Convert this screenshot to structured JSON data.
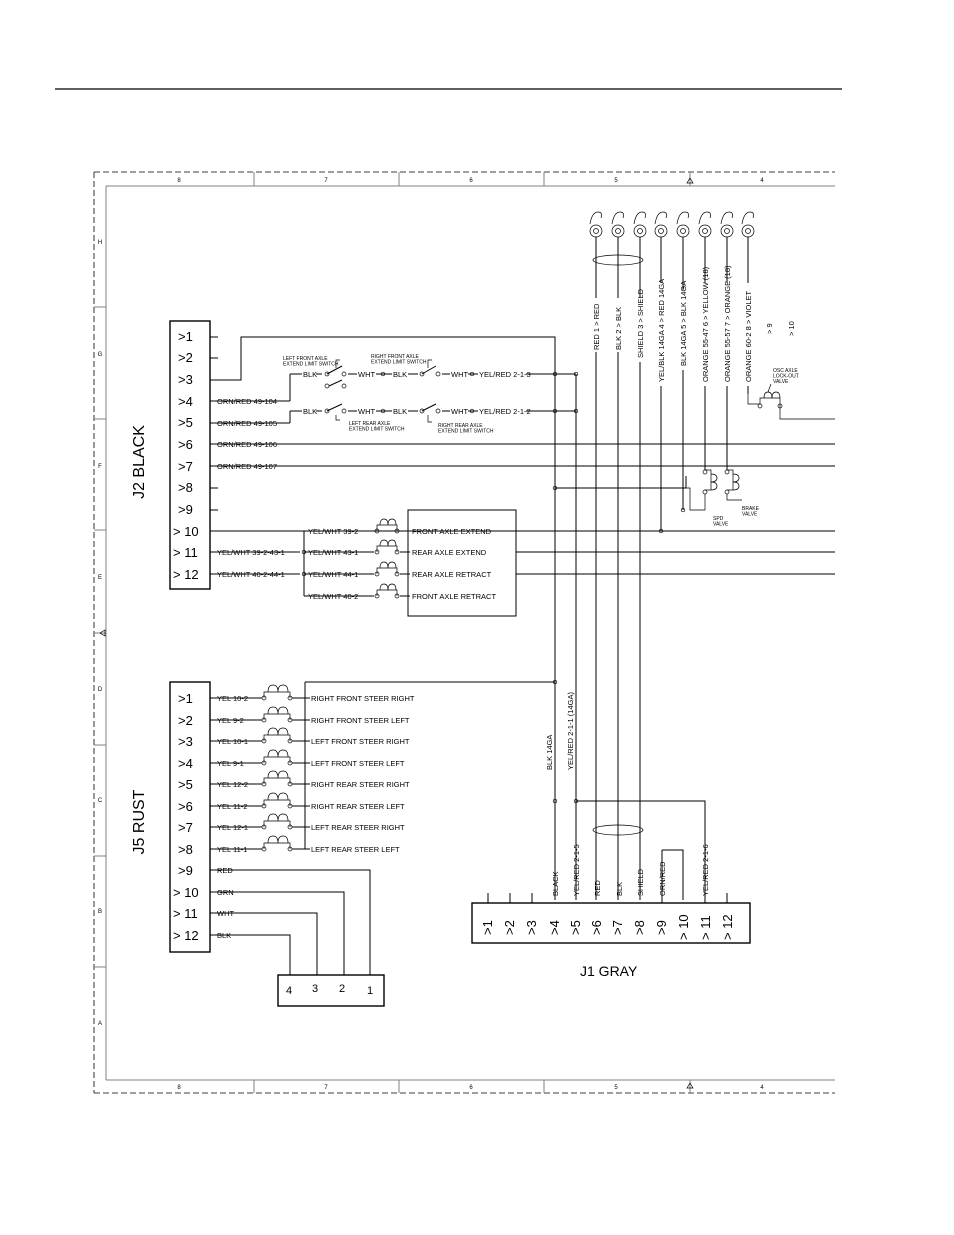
{
  "zones": {
    "columns": [
      "8",
      "7",
      "6",
      "5",
      "4"
    ],
    "rows": [
      "H",
      "G",
      "F",
      "E",
      "D",
      "C",
      "B",
      "A"
    ]
  },
  "j2": {
    "label": "J2 BLACK",
    "pins": [
      ">1",
      ">2",
      ">3",
      ">4",
      ">5",
      ">6",
      ">7",
      ">8",
      ">9",
      "> 10",
      "> 11",
      "> 12"
    ],
    "wires": {
      "p4": "ORN/RED 49-104",
      "p5": "ORN/RED 49-105",
      "p6": "ORN/RED 49-106",
      "p7": "ORN/RED 49-107",
      "p11": "YEL/WHT 39-2-43-1",
      "p12": "YEL/WHT 40-2-44-1"
    }
  },
  "switches": {
    "left_front": "LEFT FRONT AXLE\nEXTEND LIMIT SWITCH",
    "right_front": "RIGHT FRONT AXLE\nEXTEND LIMIT SWITCH",
    "left_rear": "LEFT REAR AXLE\nEXTEND LIMIT SWITCH",
    "right_rear": "RIGHT REAR AXLE\nEXTEND LIMIT SWITCH",
    "blk": "BLK",
    "wht": "WHT",
    "row1_end": "YEL/RED 2-1-3",
    "row2_end": "YEL/RED 2-1-2"
  },
  "axle_valves": {
    "wires": [
      "YEL/WHT 39-2",
      "YEL/WHT 43-1",
      "YEL/WHT 44-1",
      "YEL/WHT 40-2"
    ],
    "labels": [
      "FRONT AXLE EXTEND",
      "REAR AXLE EXTEND",
      "REAR AXLE RETRACT",
      "FRONT AXLE RETRACT"
    ]
  },
  "j5": {
    "label": "J5 RUST",
    "pins": [
      ">1",
      ">2",
      ">3",
      ">4",
      ">5",
      ">6",
      ">7",
      ">8",
      ">9",
      "> 10",
      "> 11",
      "> 12"
    ],
    "wires": [
      "YEL 10-2",
      "YEL 9-2",
      "YEL 10-1",
      "YEL 9-1",
      "YEL 12-2",
      "YEL 11-2",
      "YEL 12-1",
      "YEL 11-1",
      "RED",
      "GRN",
      "WHT",
      "BLK"
    ],
    "valve_labels": [
      "RIGHT FRONT STEER RIGHT",
      "RIGHT FRONT STEER LEFT",
      "LEFT FRONT STEER RIGHT",
      "LEFT FRONT STEER LEFT",
      "RIGHT REAR STEER RIGHT",
      "RIGHT REAR STEER LEFT",
      "LEFT REAR STEER RIGHT",
      "LEFT REAR STEER LEFT"
    ]
  },
  "connector4": {
    "pins": [
      "4",
      "3",
      "2",
      "1"
    ]
  },
  "top_wires": [
    "RED 1 > RED",
    "BLK 2 > BLK",
    "SHIELD 3 > SHIELD",
    "YEL/BLK 14GA 4 > RED 14GA",
    "BLK 14GA 5 > BLK 14GA",
    "ORANGE 55-47 6 > YELLOW (18)",
    "ORANGE 55-57 7 > ORANGE (18)",
    "ORANGE 60-2 8 > VIOLET"
  ],
  "top_extra": [
    "> 9",
    "> 10"
  ],
  "osc_valve": "OSC AXLE\nLOCK-OUT\nVALVE",
  "spd_valve": "SPD\nVALVE",
  "brake_valve": "BRAKE\nVALVE",
  "j1": {
    "label": "J1 GRAY",
    "pins": [
      ">1",
      ">2",
      ">3",
      ">4",
      ">5",
      ">6",
      ">7",
      ">8",
      ">9",
      "> 10",
      "> 11",
      "> 12"
    ],
    "wires": [
      "BLACK",
      "YEL/RED 2-1-5",
      "RED",
      "BLK",
      "SHIELD",
      "ORN/RED",
      "YEL/RED 2-1-6"
    ]
  },
  "vertical_labels": {
    "blk14": "BLK 14GA",
    "yelred": "YEL/RED 2-1-1 (14GA)"
  }
}
